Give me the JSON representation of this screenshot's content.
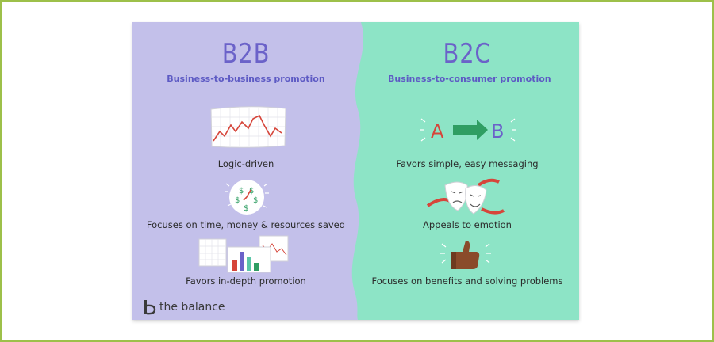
{
  "b2b": {
    "title": "B2B",
    "subtitle": "Business-to-business promotion",
    "items": [
      {
        "caption": "Logic-driven",
        "icon": "line-chart-icon"
      },
      {
        "caption": "Focuses on time, money & resources saved",
        "icon": "money-clock-icon"
      },
      {
        "caption": "Favors in-depth promotion",
        "icon": "bar-charts-icon"
      }
    ]
  },
  "b2c": {
    "title": "B2C",
    "subtitle": "Business-to-consumer promotion",
    "items": [
      {
        "caption": "Favors simple, easy messaging",
        "icon": "a-to-b-arrow-icon"
      },
      {
        "caption": "Appeals to emotion",
        "icon": "theater-masks-icon"
      },
      {
        "caption": "Focuses on benefits and solving problems",
        "icon": "thumbs-up-icon"
      }
    ]
  },
  "arrow": {
    "from": "A",
    "to": "B"
  },
  "logo": {
    "text": "the balance",
    "icon": "the-balance-logo-icon"
  },
  "colors": {
    "left_bg": "#c3c0ea",
    "right_bg": "#8de4c6",
    "title": "#6b62c9",
    "frame": "#9dc04a"
  }
}
